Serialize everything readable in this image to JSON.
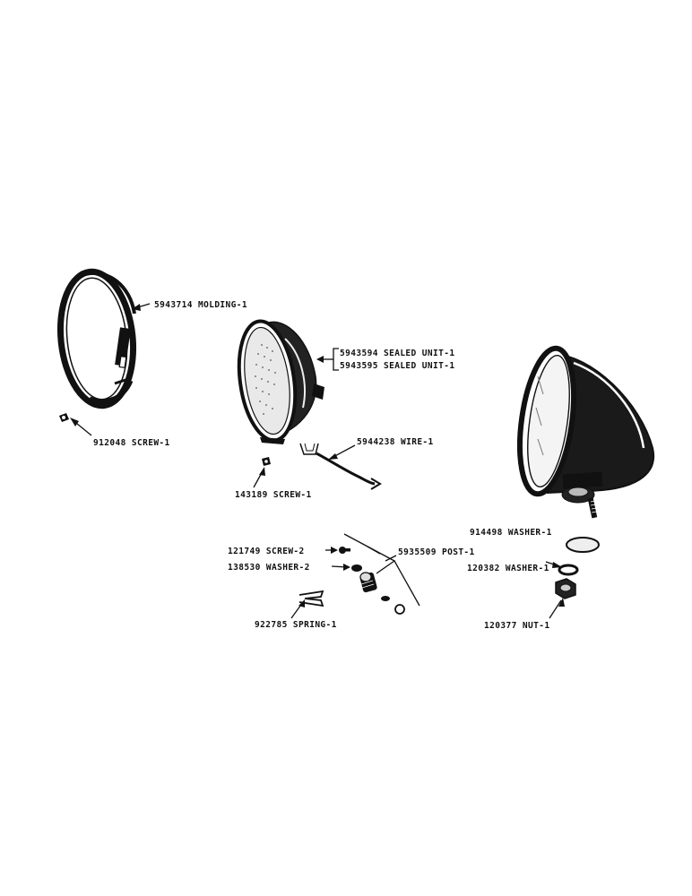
{
  "labels": {
    "molding": "5943714 MOLDING-1",
    "screw_912048": "912048 SCREW-1",
    "sealed_unit_a": "5943594 SEALED UNIT-1",
    "sealed_unit_b": "5943595 SEALED UNIT-1",
    "wire": "5944238 WIRE-1",
    "screw_143189": "143189 SCREW-1",
    "screw_121749": "121749 SCREW-2",
    "washer_138530": "138530 WASHER-2",
    "post": "5935509 POST-1",
    "spring": "922785 SPRING-1",
    "washer_914498": "914498 WASHER-1",
    "washer_120382": "120382 WASHER-1",
    "nut": "120377 NUT-1"
  }
}
